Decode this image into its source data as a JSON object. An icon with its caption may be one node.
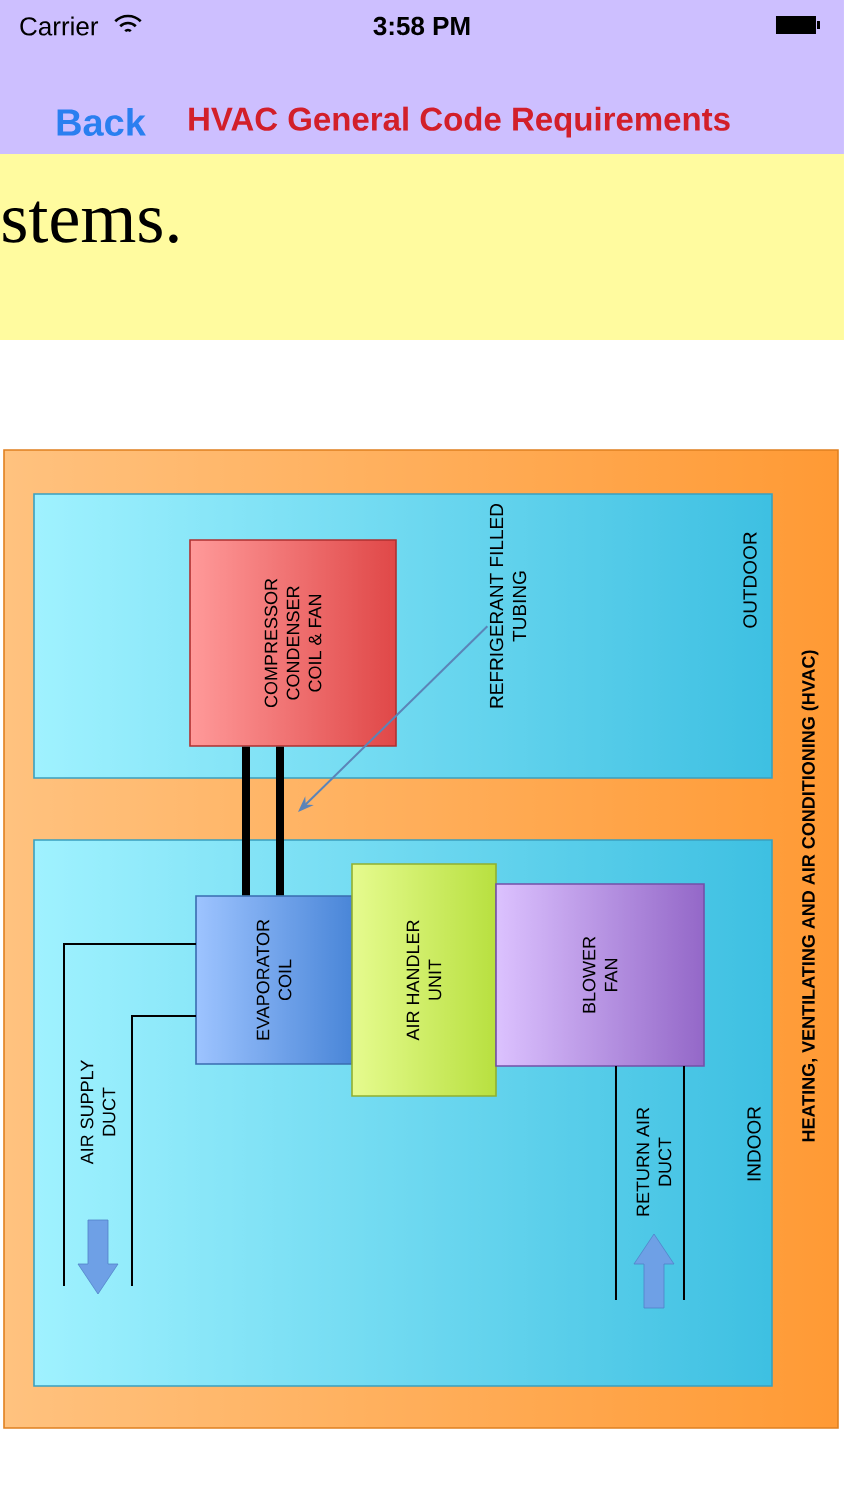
{
  "diagram": {
    "title": "HVAC General Code Requirements",
    "nodes": [
      {
        "text": [
          "HEATING, VENTILATING AND AIR CONDITIONING (HVAC)"
        ]
      },
      {
        "text": [
          "OUTDOOR"
        ],
        "in": 0
      },
      {
        "text": [
          "COMPRESSOR CONDENSER COIL & FAN"
        ],
        "in": 1
      },
      {
        "text": [
          "REFRIGERANT FILLED TUBING"
        ],
        "in": 1
      },
      {
        "text": [
          "INDOOR"
        ],
        "in": 0
      },
      {
        "text": [
          "EVAPORATOR COIL"
        ],
        "in": 4
      },
      {
        "text": [
          "AIR HANDLER UNIT"
        ],
        "in": 4
      },
      {
        "text": [
          "BLOWER FAN"
        ],
        "in": 4
      }
    ],
    "edges": [
      {
        "from": 2,
        "to": 5,
        "arrow": "none"
      },
      {
        "from": 2,
        "to": 5,
        "arrow": "none"
      },
      {
        "from": 3,
        "to": null,
        "arrow": "to",
        "color": "#5b84b8"
      }
    ],
    "labels": [
      "Carrier",
      "3:58 PM",
      "Back",
      "stems.",
      "AIR SUPPLY DUCT",
      "RETURN AIR DUCT"
    ]
  }
}
